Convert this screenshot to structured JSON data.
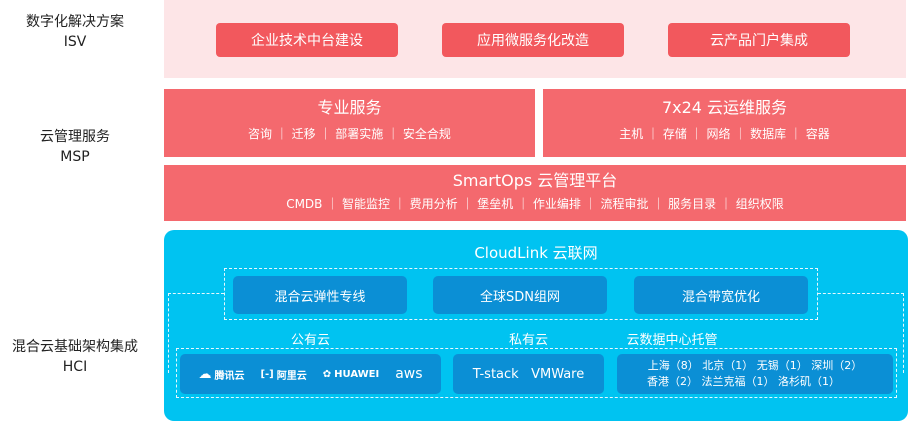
{
  "left_labels": {
    "isv": [
      "数字化解决方案",
      "ISV"
    ],
    "msp": [
      "云管理服务",
      "MSP"
    ],
    "hci": [
      "混合云基础架构集成",
      "HCI"
    ]
  },
  "isv": {
    "buttons": [
      "企业技术中台建设",
      "应用微服务化改造",
      "云产品门户集成"
    ]
  },
  "msp": {
    "pro": {
      "title": "专业服务",
      "items": "咨询 ｜ 迁移 ｜ 部署实施 ｜ 安全合规"
    },
    "ops": {
      "title": "7x24 云运维服务",
      "items": "主机 ｜ 存储 ｜ 网络 ｜ 数据库 ｜ 容器"
    },
    "smartops": {
      "title": "SmartOps 云管理平台",
      "items": "CMDB ｜ 智能监控 ｜ 费用分析 ｜ 堡垒机 ｜ 作业编排 ｜ 流程审批 ｜ 服务目录 ｜ 组织权限"
    }
  },
  "hci": {
    "cloudlink": {
      "title": "CloudLink 云联网",
      "buttons": [
        "混合云弹性专线",
        "全球SDN组网",
        "混合带宽优化"
      ]
    },
    "public": {
      "label": "公有云",
      "logos": [
        "腾讯云",
        "阿里云",
        "HUAWEI",
        "aws"
      ]
    },
    "private": {
      "label": "私有云",
      "items": "T-stack   VMWare"
    },
    "idc": {
      "label": "云数据中心托管",
      "line1": "上海（8） 北京（1） 无锡（1） 深圳（2）",
      "line2": "香港（2） 法兰克福（1） 洛杉矶（1）"
    }
  }
}
